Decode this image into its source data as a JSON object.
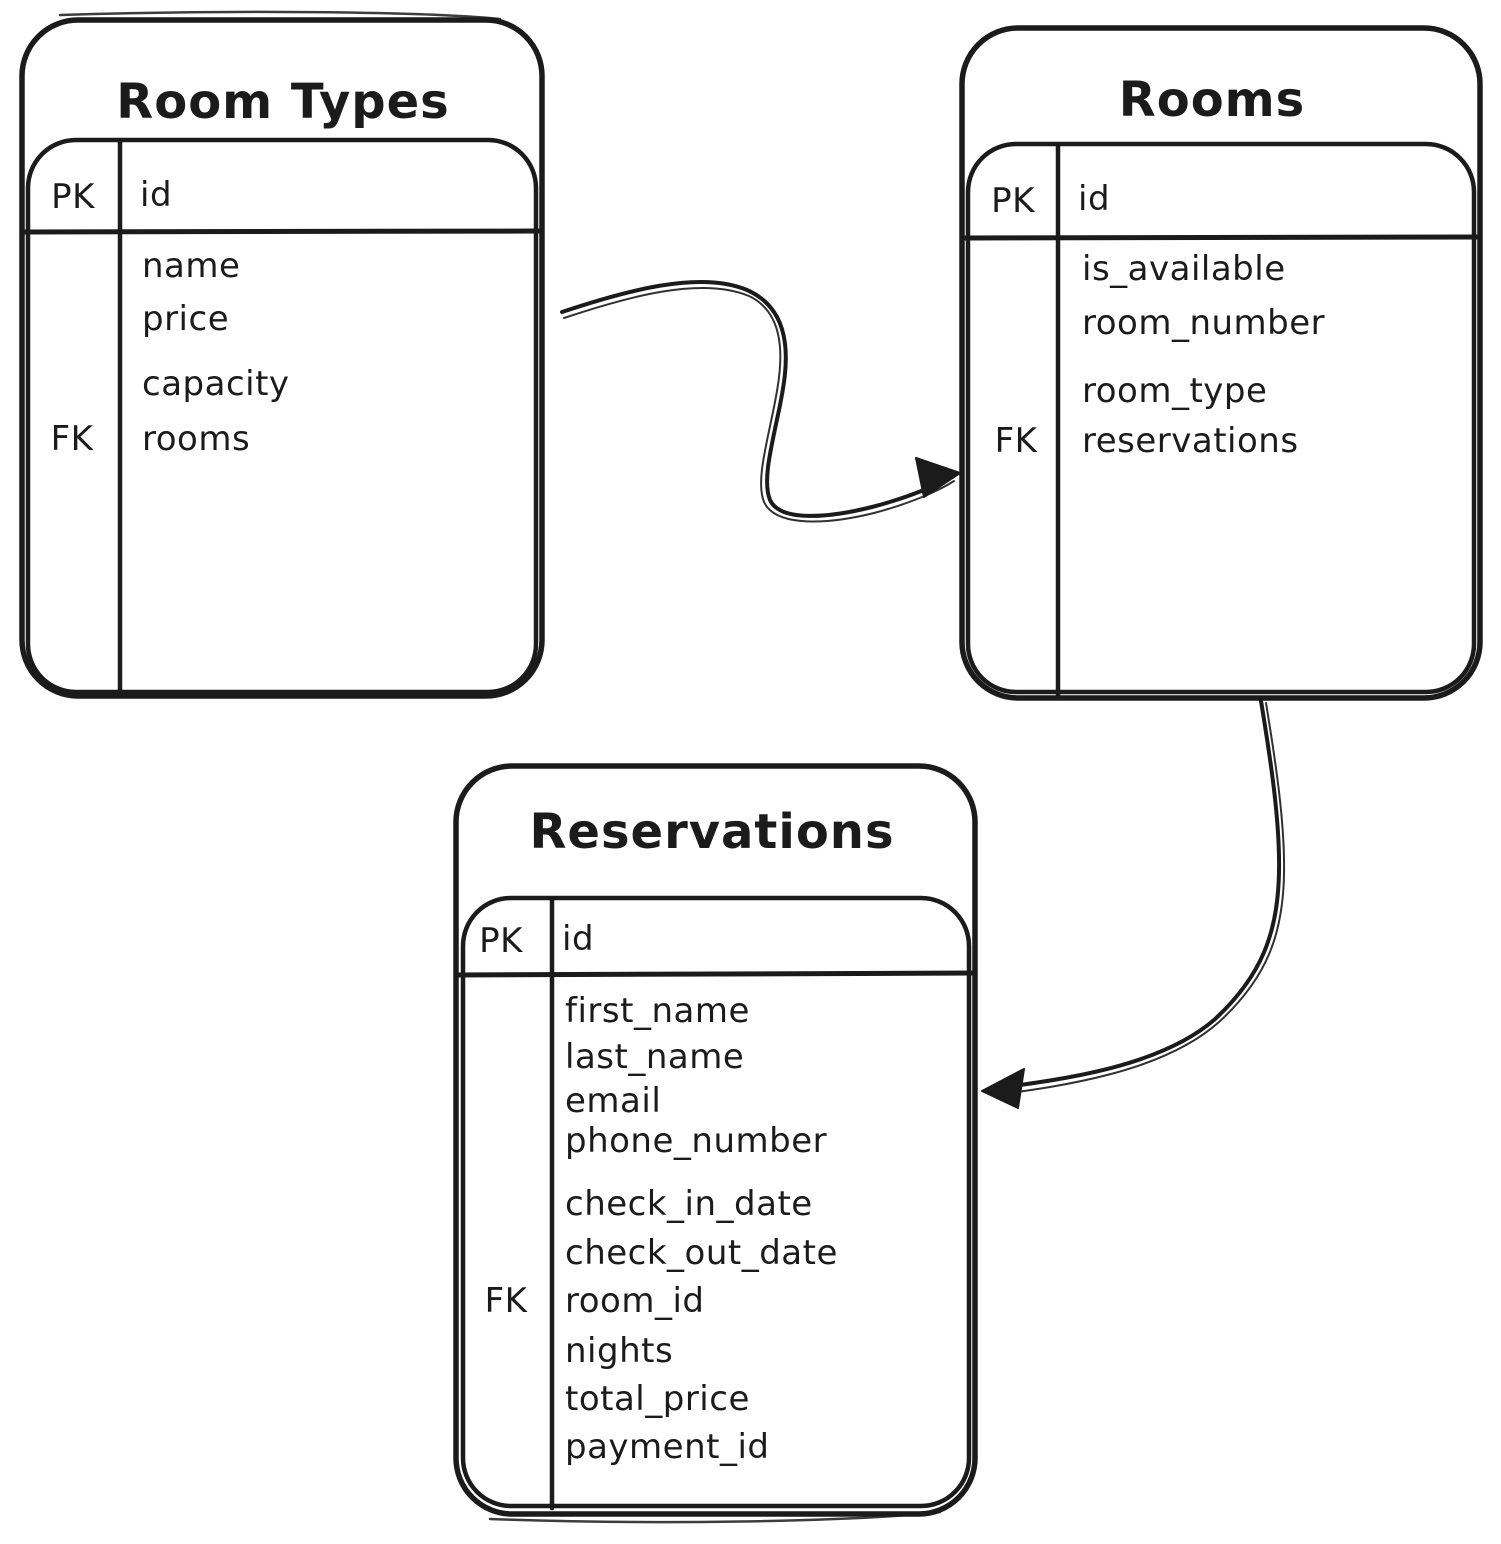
{
  "diagram": {
    "style": "hand-drawn-er-diagram",
    "colors": {
      "ink": "#1b1b1b",
      "background": "#ffffff"
    },
    "tables": [
      {
        "name": "Room Types",
        "header": {
          "key": "PK",
          "field": "id"
        },
        "rows": [
          {
            "key": "",
            "field": "name"
          },
          {
            "key": "",
            "field": "price"
          },
          {
            "key": "",
            "field": "capacity"
          },
          {
            "key": "FK",
            "field": "rooms"
          }
        ]
      },
      {
        "name": "Rooms",
        "header": {
          "key": "PK",
          "field": "id"
        },
        "rows": [
          {
            "key": "",
            "field": "is_available"
          },
          {
            "key": "",
            "field": "room_number"
          },
          {
            "key": "",
            "field": "room_type"
          },
          {
            "key": "FK",
            "field": "reservations"
          }
        ]
      },
      {
        "name": "Reservations",
        "header": {
          "key": "PK",
          "field": "id"
        },
        "rows": [
          {
            "key": "",
            "field": "first_name"
          },
          {
            "key": "",
            "field": "last_name"
          },
          {
            "key": "",
            "field": "email"
          },
          {
            "key": "",
            "field": "phone_number"
          },
          {
            "key": "",
            "field": "check_in_date"
          },
          {
            "key": "",
            "field": "check_out_date"
          },
          {
            "key": "FK",
            "field": "room_id"
          },
          {
            "key": "",
            "field": "nights"
          },
          {
            "key": "",
            "field": "total_price"
          },
          {
            "key": "",
            "field": "payment_id"
          }
        ]
      }
    ],
    "relationships": [
      {
        "from": "Room Types",
        "to": "Rooms"
      },
      {
        "from": "Rooms",
        "to": "Reservations"
      }
    ]
  }
}
